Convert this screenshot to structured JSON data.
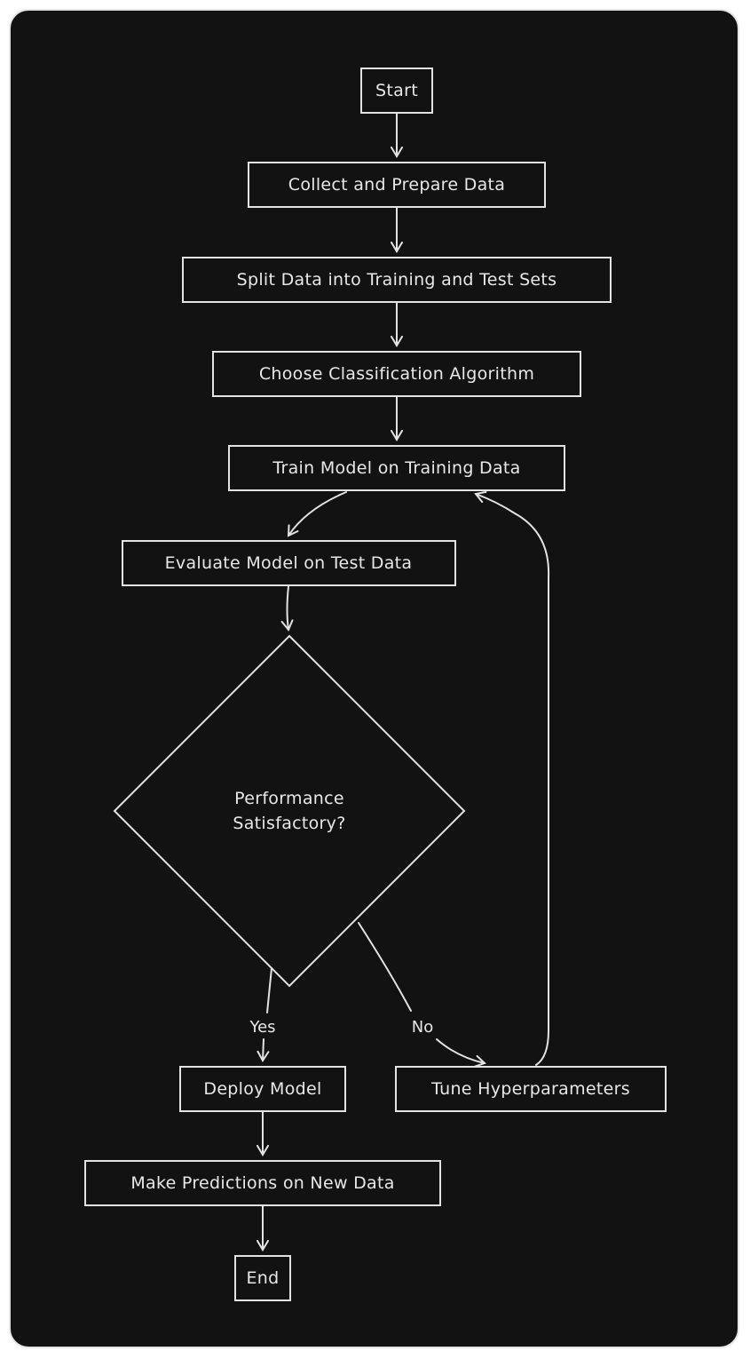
{
  "nodes": {
    "start": "Start",
    "collect": "Collect and Prepare Data",
    "split": "Split Data into Training and Test Sets",
    "choose": "Choose Classification Algorithm",
    "train": "Train Model on Training Data",
    "evaluate": "Evaluate Model on Test Data",
    "decision_line1": "Performance",
    "decision_line2": "Satisfactory?",
    "deploy": "Deploy Model",
    "tune": "Tune Hyperparameters",
    "predict": "Make Predictions on New Data",
    "end": "End"
  },
  "edges": {
    "yes": "Yes",
    "no": "No"
  },
  "colors": {
    "background": "#121212",
    "stroke": "#e3e3e3",
    "text": "#e8e8e8"
  }
}
